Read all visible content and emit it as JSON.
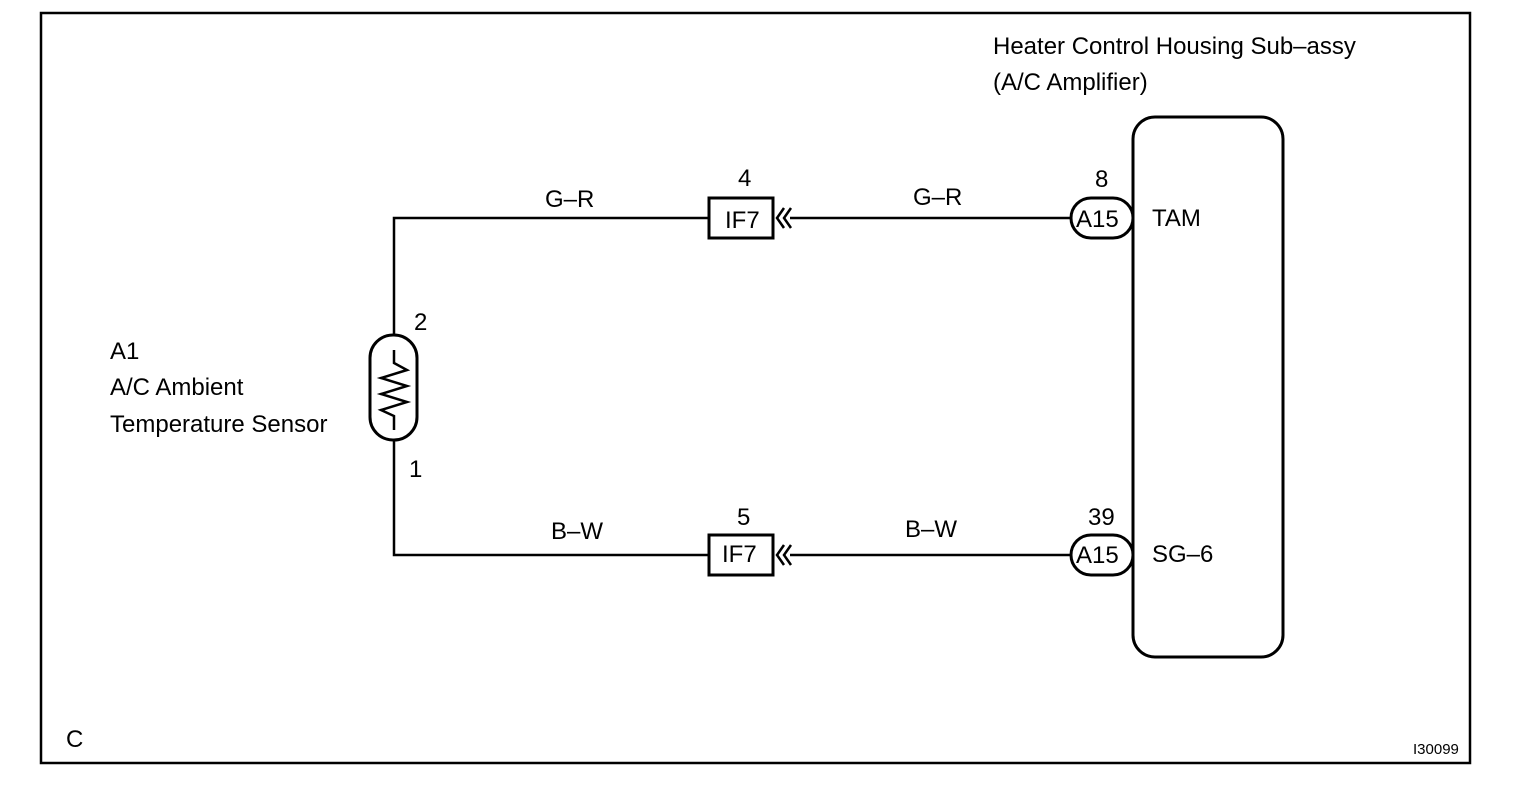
{
  "frame": {
    "corner_letter": "C",
    "figure_code": "I30099"
  },
  "amplifier": {
    "title_line1": "Heater Control Housing Sub–assy",
    "title_line2": "(A/C Amplifier)",
    "pin_top": {
      "number": "8",
      "connector": "A15",
      "terminal": "TAM"
    },
    "pin_bottom": {
      "number": "39",
      "connector": "A15",
      "terminal": "SG–6"
    }
  },
  "sensor": {
    "code": "A1",
    "name_line1": "A/C Ambient",
    "name_line2": "Temperature Sensor",
    "pin_top": "2",
    "pin_bottom": "1"
  },
  "junction_top": {
    "pin": "4",
    "connector": "IF7"
  },
  "junction_bottom": {
    "pin": "5",
    "connector": "IF7"
  },
  "wires": {
    "top_left": "G–R",
    "top_right": "G–R",
    "bottom_left": "B–W",
    "bottom_right": "B–W"
  }
}
